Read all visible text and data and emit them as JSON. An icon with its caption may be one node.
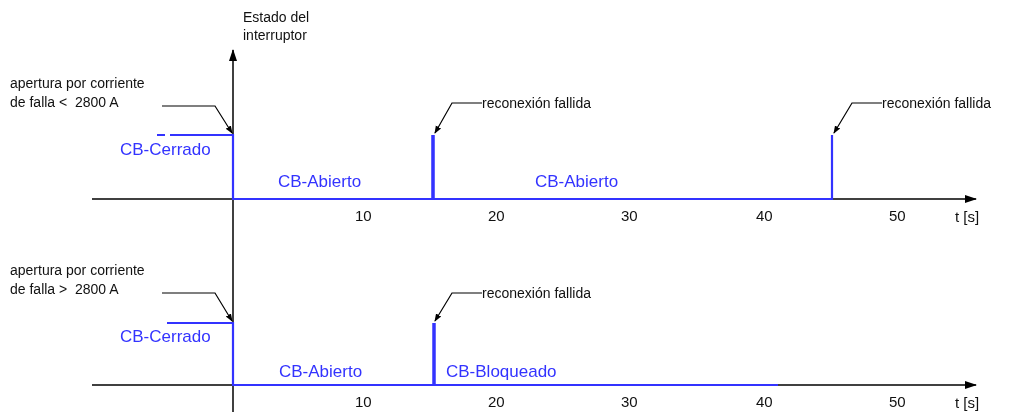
{
  "diagram": {
    "nodes": [
      {
        "text": [
          "apertura por corriente de falla <  2800 A"
        ]
      },
      {
        "text": [
          "reconexión fallida"
        ]
      },
      {
        "text": [
          "reconexión fallida"
        ]
      },
      {
        "text": [
          "apertura por corriente de falla >  2800 A"
        ]
      },
      {
        "text": [
          "reconexión fallida"
        ]
      }
    ],
    "edges": [
      {
        "from": 0,
        "to": null,
        "arrow": "to"
      },
      {
        "from": 1,
        "to": null,
        "arrow": "to"
      },
      {
        "from": 2,
        "to": null,
        "arrow": "to"
      },
      {
        "from": 3,
        "to": null,
        "arrow": "to"
      },
      {
        "from": 4,
        "to": null,
        "arrow": "to"
      }
    ],
    "labels": [
      "Estado del interruptor",
      "CB-Cerrado",
      "CB-Abierto",
      "CB-Abierto",
      "10",
      "20",
      "30",
      "40",
      "50",
      "t [s]",
      "CB-Cerrado",
      "CB-Abierto",
      "CB-Bloqueado",
      "10",
      "20",
      "30",
      "40",
      "50",
      "t [s]"
    ]
  }
}
